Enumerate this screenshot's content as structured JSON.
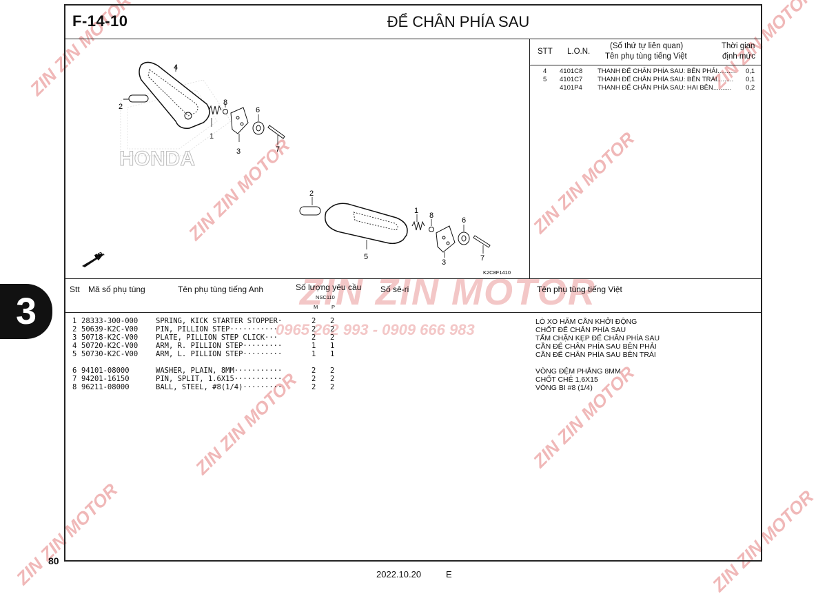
{
  "header": {
    "code": "F-14-10",
    "title": "ĐỂ CHÂN PHÍA SAU"
  },
  "lon_table": {
    "col_stt": "STT",
    "col_lon": "L.O.N.",
    "col_related_1": "(Số thứ tự liên quan)",
    "col_related_2": "Tên phụ tùng tiếng Việt",
    "col_time_1": "Thời gian",
    "col_time_2": "định mức",
    "rows": [
      {
        "stt": "4",
        "lon": "4101C8",
        "name": "THANH ĐỂ CHÂN PHÍA SAU: BÊN PHẢI..........",
        "time": "0,1"
      },
      {
        "stt": "5",
        "lon": "4101C7",
        "name": "THANH ĐỂ CHÂN PHÍA SAU: BÊN TRÁI.........",
        "time": "0,1"
      },
      {
        "stt": "",
        "lon": "4101P4",
        "name": "THANH ĐỂ CHÂN PHÍA SAU: HAI BÊN..........",
        "time": "0,2"
      }
    ]
  },
  "diagram": {
    "labels_upper": [
      "4",
      "2",
      "8",
      "6",
      "1",
      "3",
      "7"
    ],
    "labels_lower": [
      "2",
      "1",
      "8",
      "6",
      "5",
      "3",
      "7"
    ],
    "fr_label": "FR.",
    "brand_text": "HONDA",
    "figure_code": "K2C8F1410"
  },
  "parts_table": {
    "col_stt": "Stt",
    "col_part_no": "Mã số phụ tùng",
    "col_name_en": "Tên phụ tùng tiếng Anh",
    "col_qty": "Số lượng yêu cầu",
    "col_model": "NSC110",
    "col_m": "M",
    "col_p": "P",
    "col_serial": "Số sê-ri",
    "col_name_vi": "Tên phụ tùng tiếng Việt",
    "rows": [
      {
        "stt": "1",
        "part_no": "28333-300-000",
        "name_en": "SPRING, KICK STARTER STOPPER·",
        "m": "2",
        "p": "2",
        "name_vi": "LÒ XO HÃM CẦN KHỞI ĐỘNG"
      },
      {
        "stt": "2",
        "part_no": "50639-K2C-V00",
        "name_en": "PIN, PILLION STEP···········",
        "m": "2",
        "p": "2",
        "name_vi": "CHỐT ĐỂ CHÂN PHÍA SAU"
      },
      {
        "stt": "3",
        "part_no": "50718-K2C-V00",
        "name_en": "PLATE, PILLION STEP CLICK···",
        "m": "2",
        "p": "2",
        "name_vi": "TẤM CHẶN KẸP ĐỂ CHÂN PHÍA SAU"
      },
      {
        "stt": "4",
        "part_no": "50720-K2C-V00",
        "name_en": "ARM, R. PILLION STEP·········",
        "m": "1",
        "p": "1",
        "name_vi": "CẦN ĐỂ CHÂN PHÍA SAU BÊN PHẢI"
      },
      {
        "stt": "5",
        "part_no": "50730-K2C-V00",
        "name_en": "ARM, L. PILLION STEP·········",
        "m": "1",
        "p": "1",
        "name_vi": "CẦN ĐỂ CHÂN PHÍA SAU BÊN TRÁI"
      },
      {
        "stt": "6",
        "part_no": "94101-08000",
        "name_en": "WASHER, PLAIN, 8MM···········",
        "m": "2",
        "p": "2",
        "name_vi": "VÒNG ĐỆM PHẲNG 8MM"
      },
      {
        "stt": "7",
        "part_no": "94201-16150",
        "name_en": "PIN, SPLIT, 1.6X15···········",
        "m": "2",
        "p": "2",
        "name_vi": "CHỐT CHẺ 1,6X15"
      },
      {
        "stt": "8",
        "part_no": "96211-08000",
        "name_en": "BALL, STEEL, #8(1/4)·········",
        "m": "2",
        "p": "2",
        "name_vi": "VÒNG BI #8 (1/4)"
      }
    ]
  },
  "section_tab": "3",
  "footer": {
    "page_number": "80",
    "date": "2022.10.20",
    "edition": "E"
  },
  "watermark": {
    "brand": "ZIN ZIN MOTOR",
    "phone": "0965 262 993 - 0909 666 983"
  },
  "colors": {
    "watermark": "#f0b8b8",
    "ink": "#111111"
  }
}
